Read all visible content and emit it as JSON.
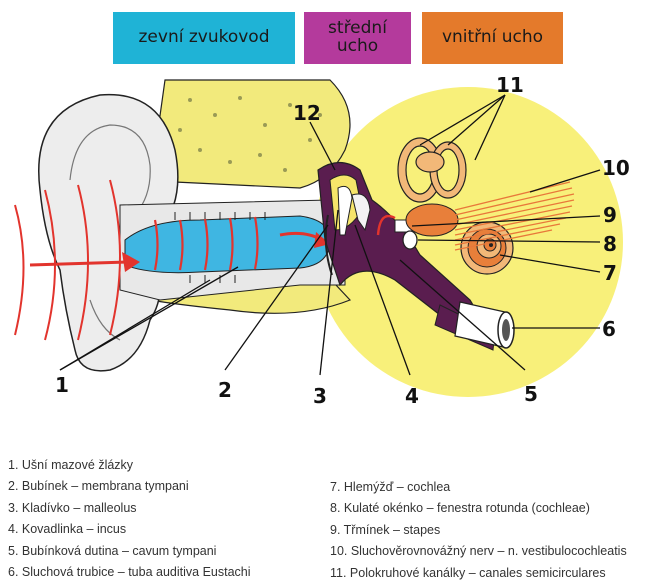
{
  "header": {
    "outer": "zevní zvukovod",
    "middle": "střední\nucho",
    "inner": "vnitřní ucho"
  },
  "numbers": {
    "n1": "1",
    "n2": "2",
    "n3": "3",
    "n4": "4",
    "n5": "5",
    "n6": "6",
    "n7": "7",
    "n8": "8",
    "n9": "9",
    "n10": "10",
    "n11": "11",
    "n12": "12"
  },
  "legend_left": [
    "1.  Ušní mazové žlázky",
    "2.  Bubínek – membrana tympani",
    "3.  Kladívko – malleolus",
    "4.  Kovadlinka – incus",
    "5.  Bubínková dutina – cavum tympani",
    "6.  Sluchová trubice – tuba auditiva Eustachi"
  ],
  "legend_right": [
    "7.  Hlemýžď – cochlea",
    "8.  Kulaté okénko – fenestra rotunda (cochleae)",
    "9.  Třmínek – stapes",
    "10. Sluchověrovnovážný nerv – n. vestibulocochleatis",
    "11. Polokruhové kanálky – canales semicirculares"
  ],
  "colors": {
    "outer_ear": "#1fb3d6",
    "middle_ear": "#b43a9c",
    "inner_ear": "#e47a2b",
    "bone_yellow": "#f2ea7c",
    "glow_yellow": "#f8f07a",
    "canal_blue": "#3fb6e2",
    "sound_red": "#e2342d"
  }
}
